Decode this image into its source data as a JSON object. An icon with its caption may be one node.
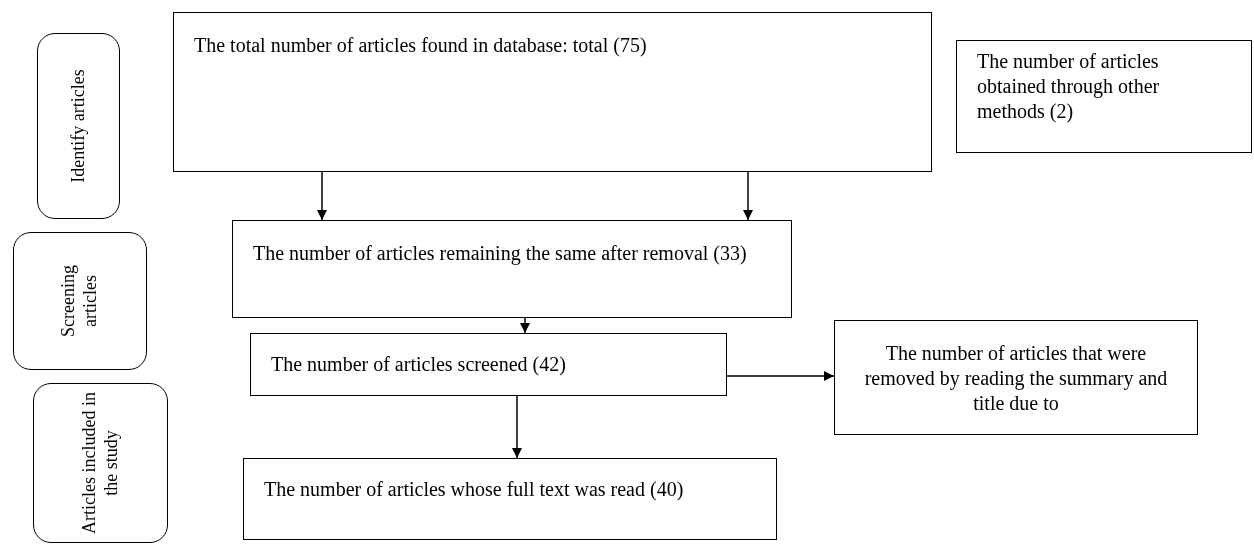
{
  "diagram": {
    "nodes": [
      {
        "text": [
          "Identify articles"
        ]
      },
      {
        "text": [
          "Screening articles"
        ]
      },
      {
        "text": [
          "Articles included in the study"
        ]
      },
      {
        "text": [
          "The total number of articles found in database: total (75)"
        ]
      },
      {
        "text": [
          "The number of articles obtained through other methods (2)"
        ]
      },
      {
        "text": [
          "The number of articles remaining the same after removal (33)"
        ]
      },
      {
        "text": [
          "The number of articles screened (42)"
        ]
      },
      {
        "text": [
          "The number of articles that were removed by reading the summary and title due to"
        ]
      },
      {
        "text": [
          "The number of articles whose full text was read (40)"
        ]
      }
    ],
    "edges": [
      {
        "from": 3,
        "to": 5,
        "arrow": "to"
      },
      {
        "from": 3,
        "to": 5,
        "arrow": "to"
      },
      {
        "from": 5,
        "to": 6,
        "arrow": "to"
      },
      {
        "from": 6,
        "to": 7,
        "arrow": "to"
      },
      {
        "from": 6,
        "to": 8,
        "arrow": "to"
      }
    ]
  }
}
